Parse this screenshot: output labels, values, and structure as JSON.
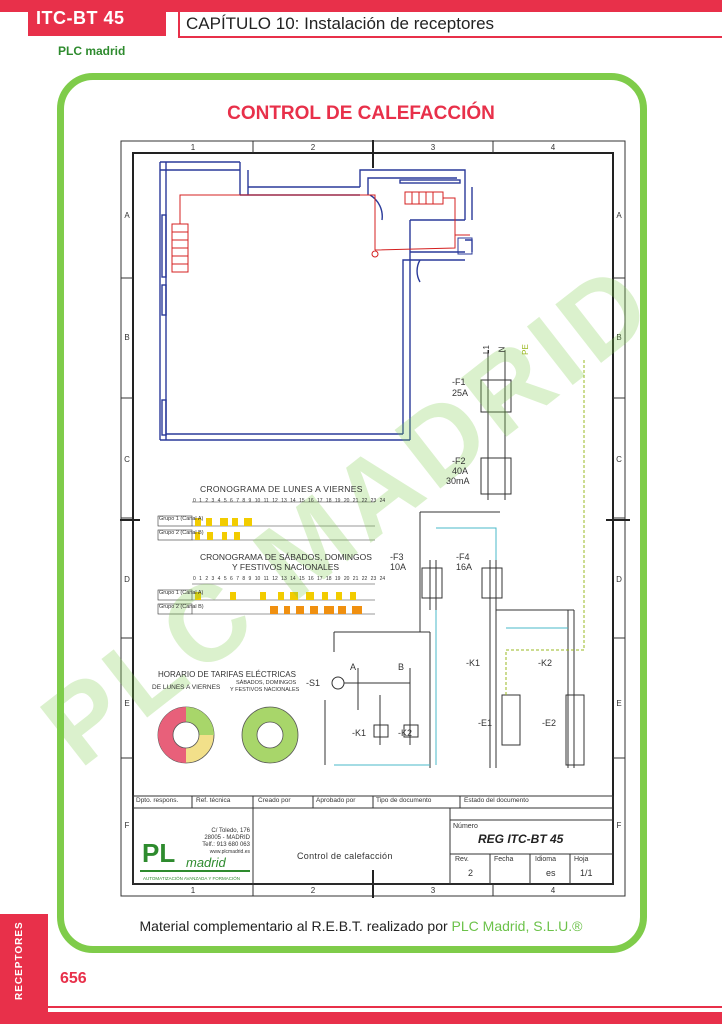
{
  "header": {
    "chapter_code": "ITC-BT 45",
    "chapter_title": "CAPÍTULO 10: Instalación de receptores",
    "small_logo": "PLC madrid"
  },
  "sheet": {
    "title": "CONTROL DE CALEFACCIÓN",
    "columns": [
      "1",
      "2",
      "3",
      "4"
    ],
    "rows": [
      "A",
      "B",
      "C",
      "D",
      "E",
      "F"
    ],
    "watermark": "PLC MADRID"
  },
  "schematic": {
    "pe": "PE",
    "l1": "L1",
    "n": "N",
    "f1": "-F1",
    "f1_rating": "25A",
    "f2": "-F2",
    "f2_rating1": "40A",
    "f2_rating2": "30mA",
    "f3": "-F3",
    "f3_rating": "10A",
    "f4": "-F4",
    "f4_rating": "16A",
    "k1": "-K1",
    "k2": "-K2",
    "e1": "-E1",
    "e2": "-E2",
    "s1": "-S1",
    "a": "A",
    "b": "B"
  },
  "weekday_chart": {
    "title": "CRONOGRAMA DE LUNES A VIERNES",
    "hours": [
      "0",
      "1",
      "2",
      "3",
      "4",
      "5",
      "6",
      "7",
      "8",
      "9",
      "10",
      "11",
      "12",
      "13",
      "14",
      "15",
      "16",
      "17",
      "18",
      "19",
      "20",
      "21",
      "22",
      "23",
      "24"
    ],
    "groups": [
      {
        "label1": "Grupo 1",
        "label2": "(Canal A)"
      },
      {
        "label1": "Grupo 2",
        "label2": "(Canal B)"
      }
    ]
  },
  "weekend_chart": {
    "title1": "CRONOGRAMA DE SÁBADOS, DOMINGOS",
    "title2": "Y FESTIVOS NACIONALES",
    "hours": [
      "0",
      "1",
      "2",
      "3",
      "4",
      "5",
      "6",
      "7",
      "8",
      "9",
      "10",
      "11",
      "12",
      "13",
      "14",
      "15",
      "16",
      "17",
      "18",
      "19",
      "20",
      "21",
      "22",
      "23",
      "24"
    ],
    "groups": [
      {
        "label1": "Grupo 1",
        "label2": "(Canal A)"
      },
      {
        "label1": "Grupo 2",
        "label2": "(Canal B)"
      }
    ]
  },
  "tariff": {
    "title": "HORARIO DE TARIFAS ELÉCTRICAS",
    "left_label": "DE LUNES A VIERNES",
    "right_label1": "SÁBADOS, DOMINGOS",
    "right_label2": "Y FESTIVOS NACIONALES"
  },
  "title_block": {
    "headers": [
      "Dpto. respons.",
      "Ref. técnica",
      "Creado por",
      "Aprobado por",
      "Tipo de documento",
      "Estado del documento"
    ],
    "address1": "C/ Toledo, 176",
    "address2": "28005 - MADRID",
    "phone": "Telf.: 913 680 063",
    "web": "www.plcmadrid.es",
    "logo_sub": "AUTOMATIZACIÓN AVANZADA Y FORMACIÓN",
    "logo_text": "madrid",
    "description": "Control de calefacción",
    "numero_label": "Número",
    "numero": "REG ITC-BT 45",
    "rev_label": "Rev.",
    "rev": "2",
    "fecha_label": "Fecha",
    "idioma_label": "Idioma",
    "idioma": "es",
    "hoja_label": "Hoja",
    "hoja": "1/1"
  },
  "footer": {
    "text": "Material complementario al R.E.B.T. realizado por ",
    "brand": "PLC Madrid, S.L.U.®"
  },
  "side_tab": "RECEPTORES",
  "page_number": "656",
  "colors": {
    "accent": "#e8304a",
    "frame": "#7fcc4a",
    "plan": "#2a3a9a",
    "wire_red": "#d42020",
    "wire_cyan": "#4ab8c8",
    "wire_green": "#9ab820",
    "bar_yellow": "#f2cc00",
    "bar_orange": "#f09010"
  }
}
